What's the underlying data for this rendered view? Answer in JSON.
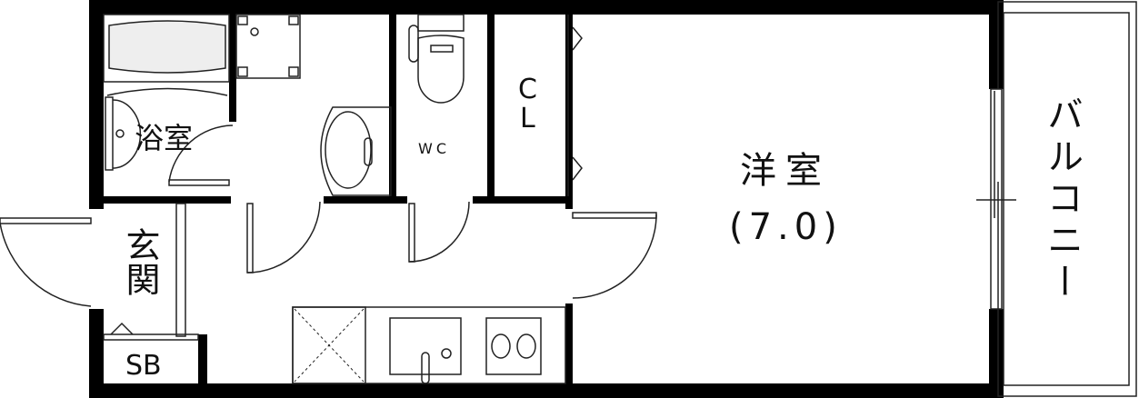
{
  "floorplan": {
    "rooms": {
      "bath": {
        "label": "浴室"
      },
      "wc": {
        "label": "WC"
      },
      "closet": {
        "label_line1": "C",
        "label_line2": "L"
      },
      "western_room": {
        "label": "洋室",
        "size": "(7.0)"
      },
      "entrance": {
        "label": "玄関"
      },
      "shoe_box": {
        "label": "SB"
      },
      "balcony": {
        "label": "バルコニー"
      }
    },
    "colors": {
      "wall": "#000000",
      "line": "#222222",
      "background": "#ffffff",
      "fixture_fill": "#eeeeee"
    }
  }
}
